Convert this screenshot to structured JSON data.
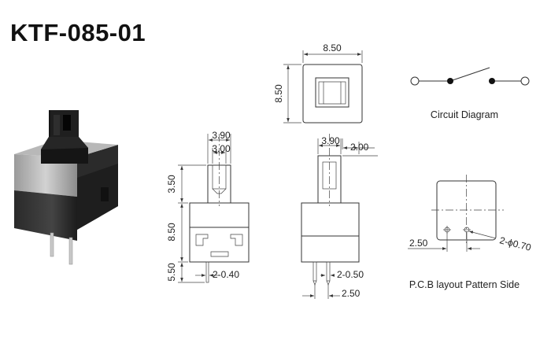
{
  "title": "KTF-085-01",
  "top_view": {
    "width_label": "8.50",
    "height_label": "8.50"
  },
  "front_view": {
    "width_outer_label": "3.90",
    "width_inner_label": "3.00",
    "cap_height_label": "3.50",
    "body_height_label": "8.50",
    "pin_length_label": "5.50",
    "pin_width_label": "2-0.40"
  },
  "side_view": {
    "width_label": "3.90",
    "offset_label": "2.00",
    "pin_width_label": "2-0.50",
    "pin_pitch_label": "2.50"
  },
  "circuit": {
    "caption": "Circuit  Diagram"
  },
  "pcb": {
    "pitch_label": "2.50",
    "hole_label": "2-ϕ0.70",
    "caption": "P.C.B  layout  Pattern  Side"
  }
}
